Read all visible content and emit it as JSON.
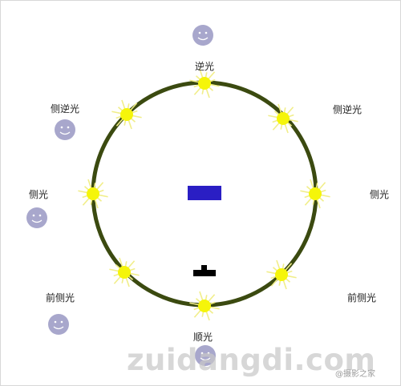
{
  "labels": {
    "top": "逆光",
    "top_left": "侧逆光",
    "top_right": "侧逆光",
    "left": "侧光",
    "right": "侧光",
    "bottom_left": "前侧光",
    "bottom_right": "前侧光",
    "bottom": "顺光"
  },
  "watermark": "zuidangdi.com",
  "credit": "@摄影之家",
  "colors": {
    "orbit": "#3b4a10",
    "sun": "#f5f50a",
    "sun_ray": "#f1ee8a",
    "subject": "#2a1ec4",
    "camera": "#000000",
    "face": "#a8a7cc"
  },
  "icons": [
    "sun-icon",
    "face-icon",
    "subject-block",
    "camera-icon"
  ]
}
